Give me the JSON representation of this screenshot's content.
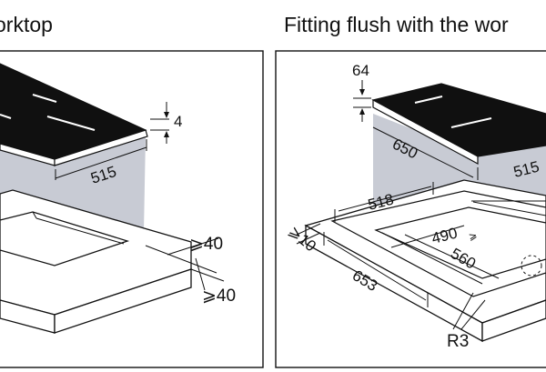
{
  "headings": {
    "left": "orktop",
    "right": "Fitting flush with the wor"
  },
  "left_panel": {
    "dim_thickness": "4",
    "dim_depth": "515",
    "dim_clear_top": "⩾40",
    "dim_clear_bottom": "⩾40"
  },
  "right_panel": {
    "dim_top": "64",
    "dim_width_hob": "650",
    "dim_depth_hob": "515",
    "dim_recess_depth": "518",
    "dim_cutout_depth": "490",
    "dim_cutout_ge": "⩾",
    "dim_cutout_width": "560",
    "dim_recess_width": "653",
    "dim_clearance": "⩾10",
    "radius": "R3"
  },
  "colors": {
    "hob": "#101010",
    "shadow": "#c8cbd4",
    "stroke": "#111111"
  }
}
